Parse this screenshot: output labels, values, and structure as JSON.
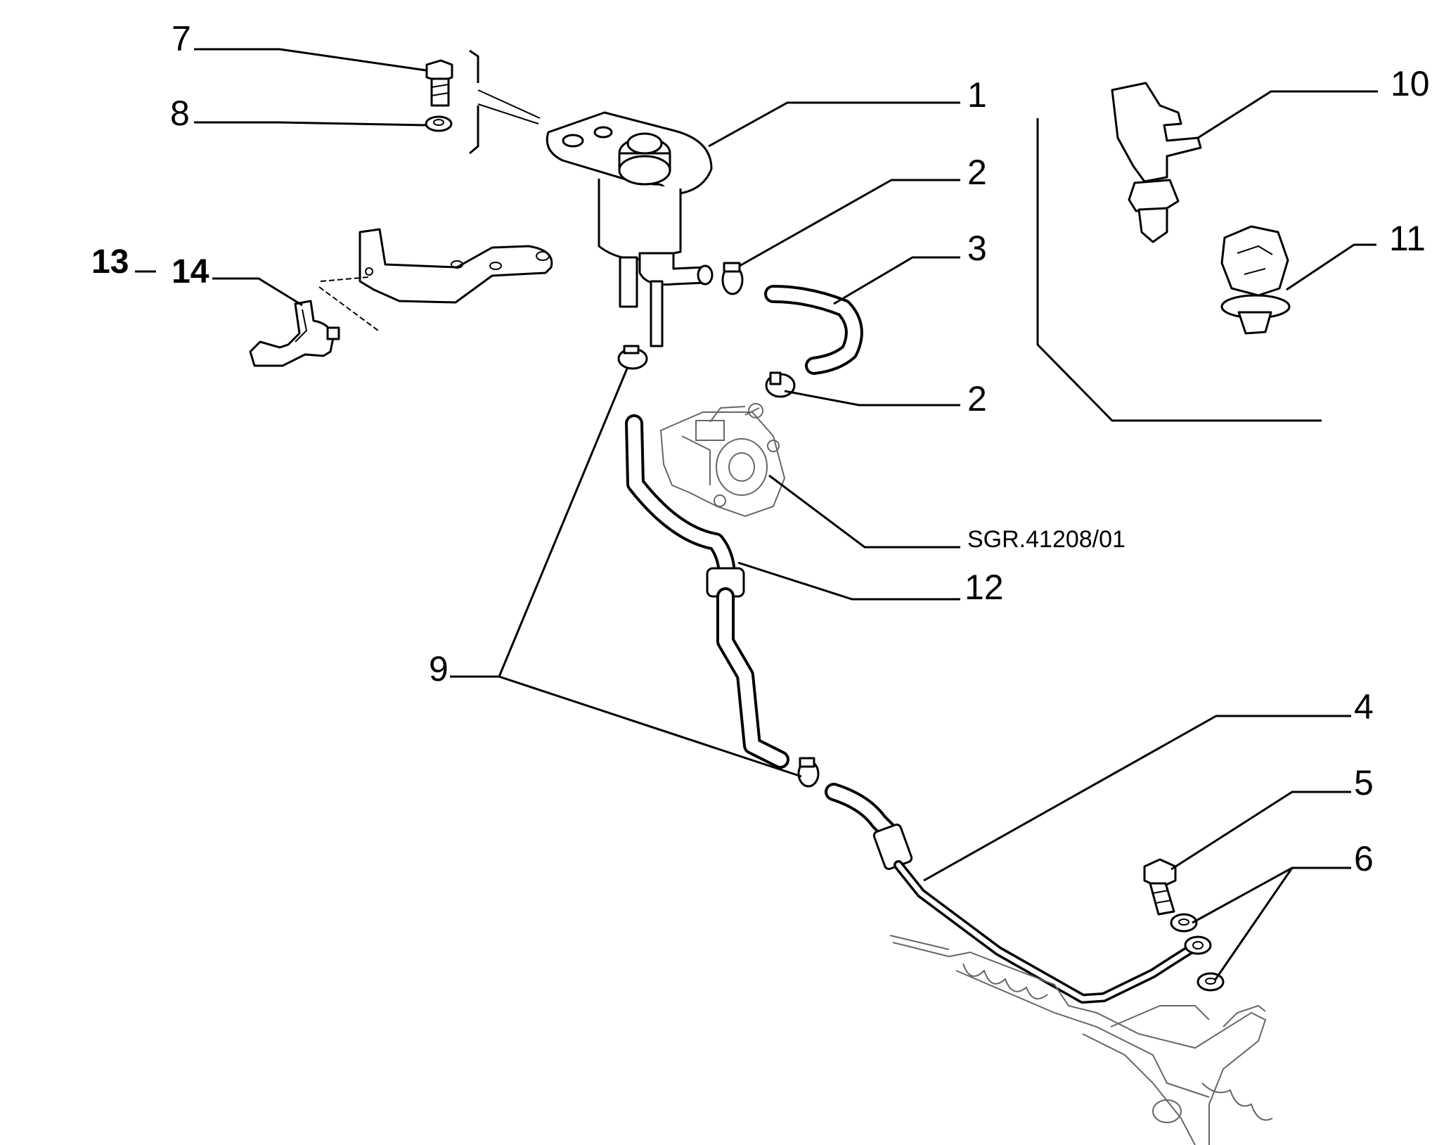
{
  "callouts": {
    "c1": "1",
    "c2a": "2",
    "c2b": "2",
    "c3": "3",
    "c4": "4",
    "c5": "5",
    "c6": "6",
    "c7": "7",
    "c8": "8",
    "c9": "9",
    "c10": "10",
    "c11": "11",
    "c12": "12",
    "c13": "13",
    "c14": "14"
  },
  "reference": "SGR.41208/01"
}
